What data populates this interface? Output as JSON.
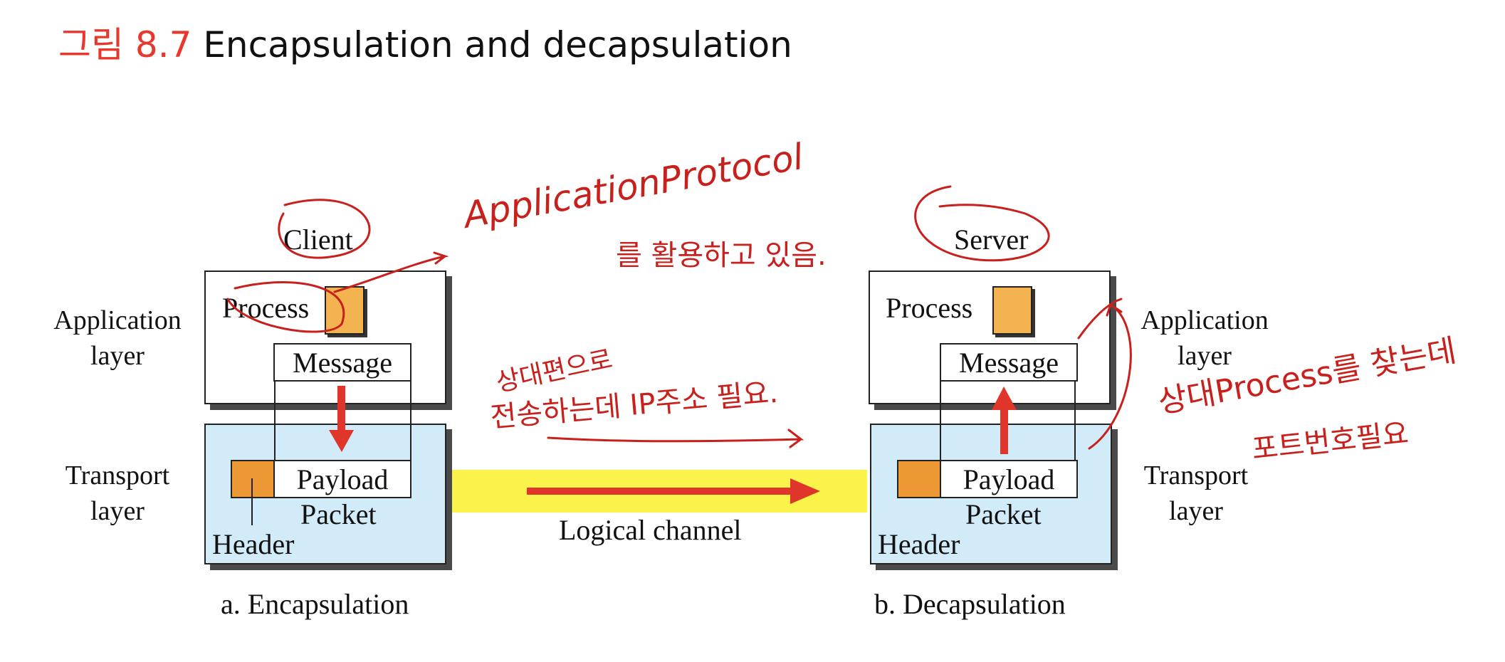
{
  "title": {
    "figure_number": "그림 8.7",
    "text": "Encapsulation and decapsulation"
  },
  "left": {
    "host": "Client",
    "process": "Process",
    "message": "Message",
    "payload": "Payload",
    "packet": "Packet",
    "header": "Header",
    "caption": "a. Encapsulation",
    "app_layer": "Application\nlayer",
    "transport_layer": "Transport\nlayer"
  },
  "right": {
    "host": "Server",
    "process": "Process",
    "message": "Message",
    "payload": "Payload",
    "packet": "Packet",
    "header": "Header",
    "caption": "b. Decapsulation",
    "app_layer": "Application\nlayer",
    "transport_layer": "Transport\nlayer"
  },
  "channel": {
    "label": "Logical channel"
  },
  "annotations": {
    "note1_line1": "ApplicationProtocol",
    "note1_line2": "를 활용하고 있음.",
    "note2_line1": "상대편으로",
    "note2_line2": "전송하는데 IP주소 필요.",
    "note3_line1": "상대Process를 찾는데",
    "note3_line2": "포트번호필요"
  },
  "colors": {
    "title_red": "#e8372c",
    "arrow_red": "#e0352b",
    "ink_red": "#c8201c",
    "transport_blue": "#d2ebf9",
    "channel_yellow": "#fbf24a",
    "process_orange": "#f2b350",
    "header_orange": "#eb9835"
  }
}
